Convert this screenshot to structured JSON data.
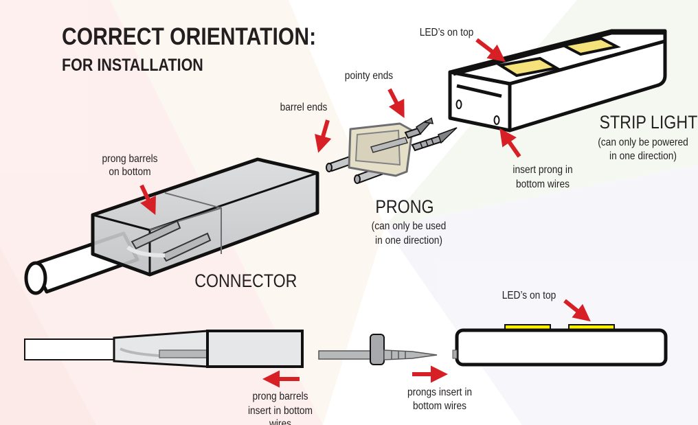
{
  "title": {
    "line1": "CORRECT ORIENTATION:",
    "line2": "FOR INSTALLATION"
  },
  "components": {
    "strip_light": {
      "name": "STRIP LIGHT",
      "note_line1": "(can only be powered",
      "note_line2": "in one direction)"
    },
    "prong": {
      "name": "PRONG",
      "note_line1": "(can only be used",
      "note_line2": "in one direction)"
    },
    "connector": {
      "name": "CONNECTOR"
    }
  },
  "callouts": {
    "leds_top_upper": "LED’s on top",
    "pointy_ends": "pointy ends",
    "barrel_ends": "barrel ends",
    "prong_barrels_line1": "prong barrels",
    "prong_barrels_line2": "on bottom",
    "insert_prong_line1": "insert prong in",
    "insert_prong_line2": "bottom wires",
    "leds_top_lower": "LED’s on top",
    "prong_barrels_insert_line1": "prong barrels",
    "prong_barrels_insert_line2": "insert in bottom",
    "prong_barrels_insert_line3": "wires",
    "prongs_insert_line1": "prongs insert in",
    "prongs_insert_line2": "bottom wires"
  },
  "colors": {
    "arrow": "#d71f26",
    "outline": "#111111",
    "led": "#f6e27a",
    "led_bright": "#fff200",
    "connector_fill": "#cfd1d3",
    "prong_metal": "#a7a9ac",
    "background_wash": "#f4d9d6"
  }
}
